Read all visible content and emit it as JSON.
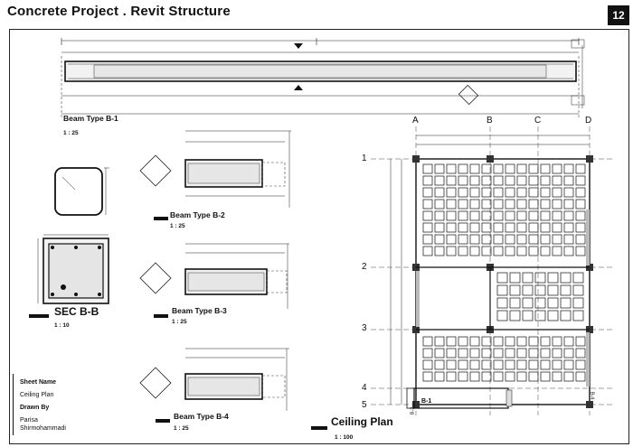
{
  "header": {
    "title": "Concrete Project . Revit Structure",
    "page_number": "12"
  },
  "beams": {
    "b1": {
      "title": "Beam Type B-1",
      "scale": "1 : 25"
    },
    "b2": {
      "title": "Beam Type B-2",
      "scale": "1 : 25"
    },
    "b3": {
      "title": "Beam Type B-3",
      "scale": "1 : 25"
    },
    "b4": {
      "title": "Beam Type B-4",
      "scale": "1 : 25"
    }
  },
  "section": {
    "title": "SEC B-B",
    "scale": "1 : 10"
  },
  "ceiling": {
    "title": "Ceiling Plan",
    "scale": "1 : 100",
    "grid_letters": [
      "A",
      "B",
      "C",
      "D"
    ],
    "grid_numbers": [
      "1",
      "2",
      "3",
      "4",
      "5"
    ],
    "beam_tag": "B-1",
    "side_tags": [
      "B-2",
      "B-4"
    ]
  },
  "info_block": {
    "sheet_label": "Sheet Name",
    "sheet_value": "Ceiling Plan",
    "drawn_label": "Drawn By",
    "drawn_value_line1": "Parisa",
    "drawn_value_line2": "Shirmohammadi"
  }
}
